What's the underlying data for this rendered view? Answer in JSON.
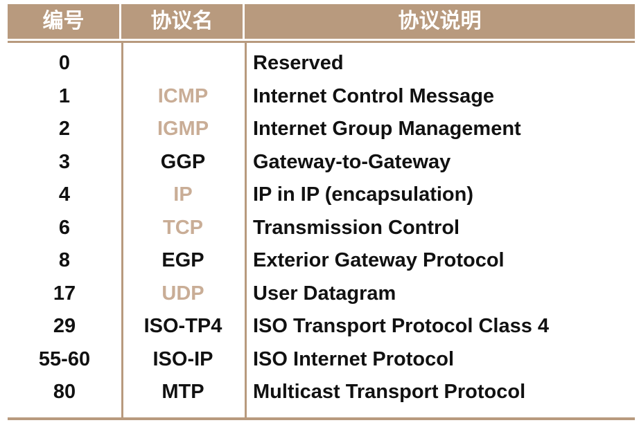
{
  "table": {
    "headers": [
      "编号",
      "协议名",
      "协议说明"
    ],
    "rows": [
      {
        "number": "0",
        "protocol": "",
        "description": "Reserved",
        "muted": false
      },
      {
        "number": "1",
        "protocol": "ICMP",
        "description": "Internet Control Message",
        "muted": true
      },
      {
        "number": "2",
        "protocol": "IGMP",
        "description": "Internet Group Management",
        "muted": true
      },
      {
        "number": "3",
        "protocol": "GGP",
        "description": "Gateway-to-Gateway",
        "muted": false
      },
      {
        "number": "4",
        "protocol": "IP",
        "description": "IP in IP (encapsulation)",
        "muted": true
      },
      {
        "number": "6",
        "protocol": "TCP",
        "description": "Transmission Control",
        "muted": true
      },
      {
        "number": "8",
        "protocol": "EGP",
        "description": "Exterior Gateway Protocol",
        "muted": false
      },
      {
        "number": "17",
        "protocol": "UDP",
        "description": "User Datagram",
        "muted": true
      },
      {
        "number": "29",
        "protocol": "ISO-TP4",
        "description": "ISO Transport Protocol Class 4",
        "muted": false
      },
      {
        "number": "55-60",
        "protocol": "ISO-IP",
        "description": "ISO Internet Protocol",
        "muted": false
      },
      {
        "number": "80",
        "protocol": "MTP",
        "description": "Multicast Transport Protocol",
        "muted": false
      }
    ]
  },
  "colors": {
    "header_bg": "#b89a7e",
    "muted_protocol": "#c9ad96",
    "text": "#111111"
  }
}
